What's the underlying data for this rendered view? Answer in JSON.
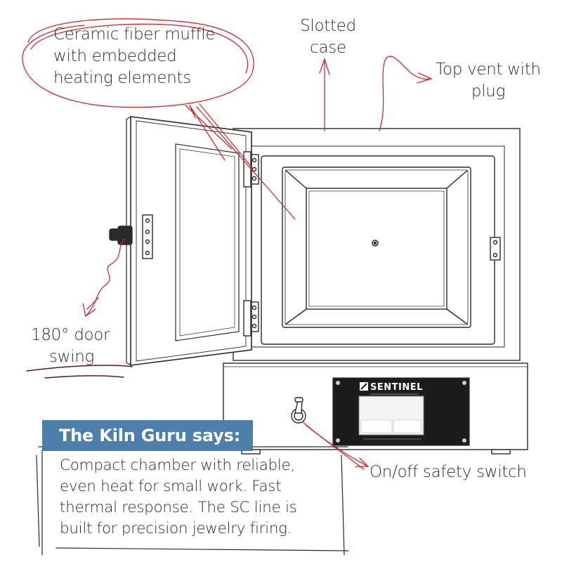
{
  "callouts": {
    "muffle": [
      "Ceramic fiber muffle",
      "with embedded",
      "heating elements"
    ],
    "case": [
      "Slotted",
      "case"
    ],
    "vent": [
      "Top vent with",
      "plug"
    ],
    "door": [
      "180° door",
      "swing"
    ],
    "switch": "On/off safety switch"
  },
  "controller": {
    "brand": "SENTINEL"
  },
  "guru": {
    "title": "The Kiln Guru says:",
    "lines": [
      "Compact chamber with reliable,",
      "even heat for small work. Fast",
      "thermal response. The SC line is",
      "built for precision jewelry firing."
    ]
  },
  "colors": {
    "annotation": "#d8262c",
    "guru_banner": "#4d7faa",
    "line_art": "#2a2a2a",
    "controller_panel": "#1c1c1c"
  }
}
